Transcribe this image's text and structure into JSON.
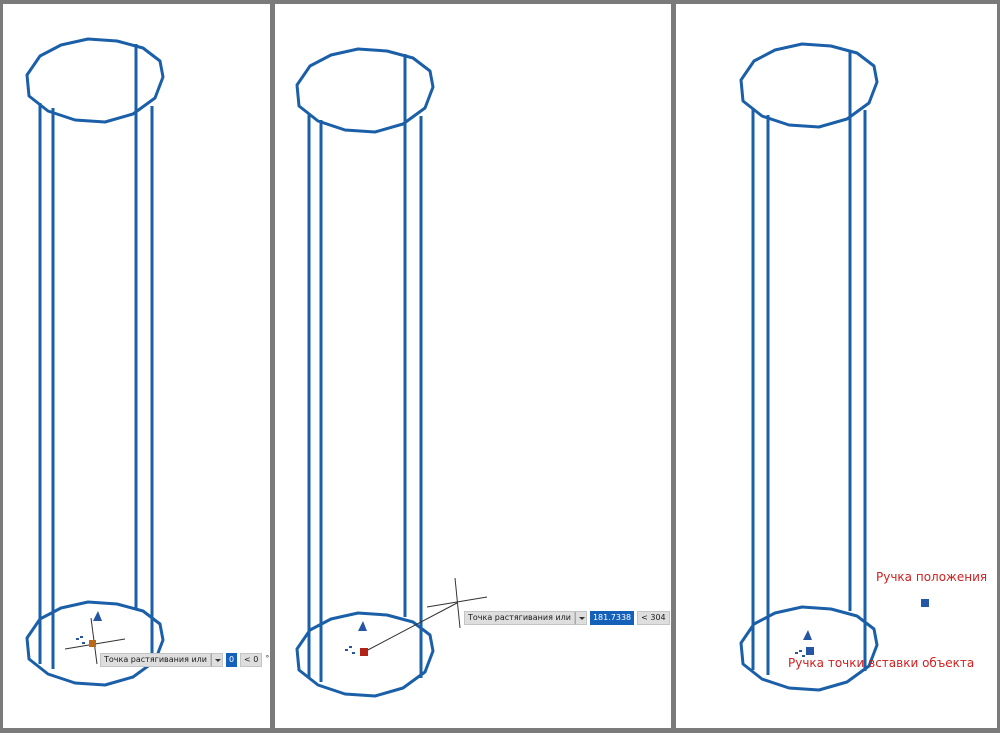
{
  "panels": [
    {
      "tooltip": {
        "label": "Точка растягивания или",
        "input_value": "0",
        "angle_value": "< 0",
        "degree_symbol": "°"
      }
    },
    {
      "tooltip": {
        "label": "Точка растягивания или",
        "input_value": "181.7338",
        "angle_value": "< 304",
        "degree_symbol": "°"
      }
    },
    {
      "callouts": {
        "position_grip": "Ручка положения",
        "insertion_grip": "Ручка точки вставки объекта"
      }
    }
  ],
  "colors": {
    "cylinder": "#1a5fa8",
    "grip_blue": "#2456a4",
    "grip_red": "#b12217",
    "callout_text": "#d21f1f",
    "input_highlight": "#1560b8"
  }
}
